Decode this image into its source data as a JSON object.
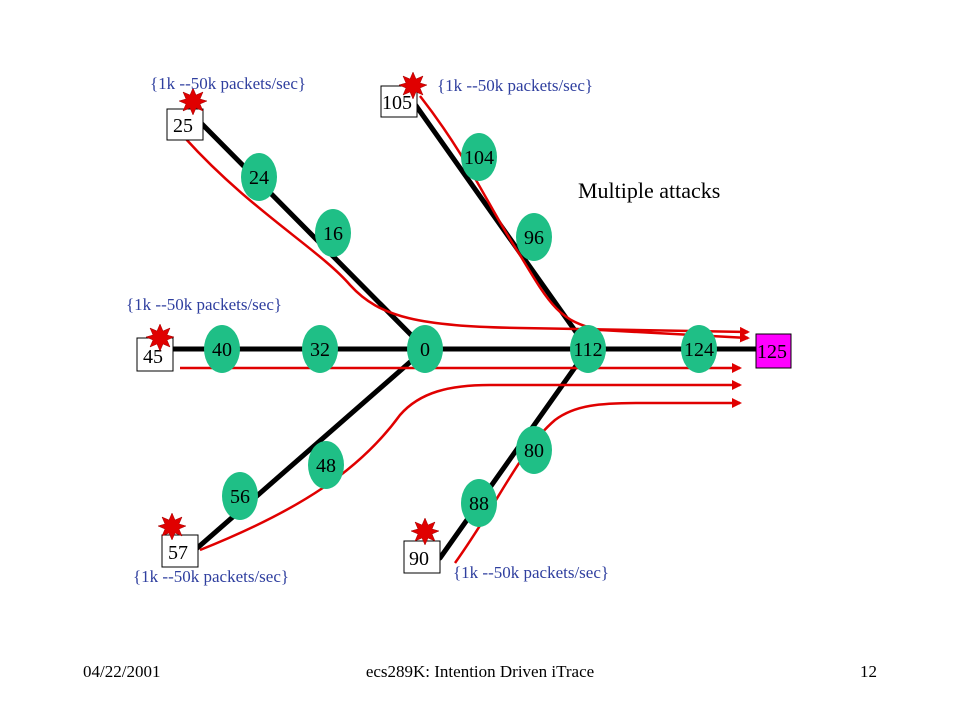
{
  "title": "Multiple attacks",
  "rate_label": "{1k --50k packets/sec}",
  "nodes": {
    "n25": "25",
    "n24": "24",
    "n16": "16",
    "n105": "105",
    "n104": "104",
    "n96": "96",
    "n45": "45",
    "n40": "40",
    "n32": "32",
    "n0": "0",
    "n112": "112",
    "n124": "124",
    "n125": "125",
    "n57": "57",
    "n56": "56",
    "n48": "48",
    "n90": "90",
    "n88": "88",
    "n80": "80"
  },
  "colors": {
    "router": "#1fbf86",
    "target": "#ff00ff",
    "attack_path": "#e00000",
    "rate_text": "#2f3f9f",
    "link": "#000000"
  },
  "footer": {
    "date": "04/22/2001",
    "title": "ecs289K: Intention Driven iTrace",
    "page": "12"
  }
}
